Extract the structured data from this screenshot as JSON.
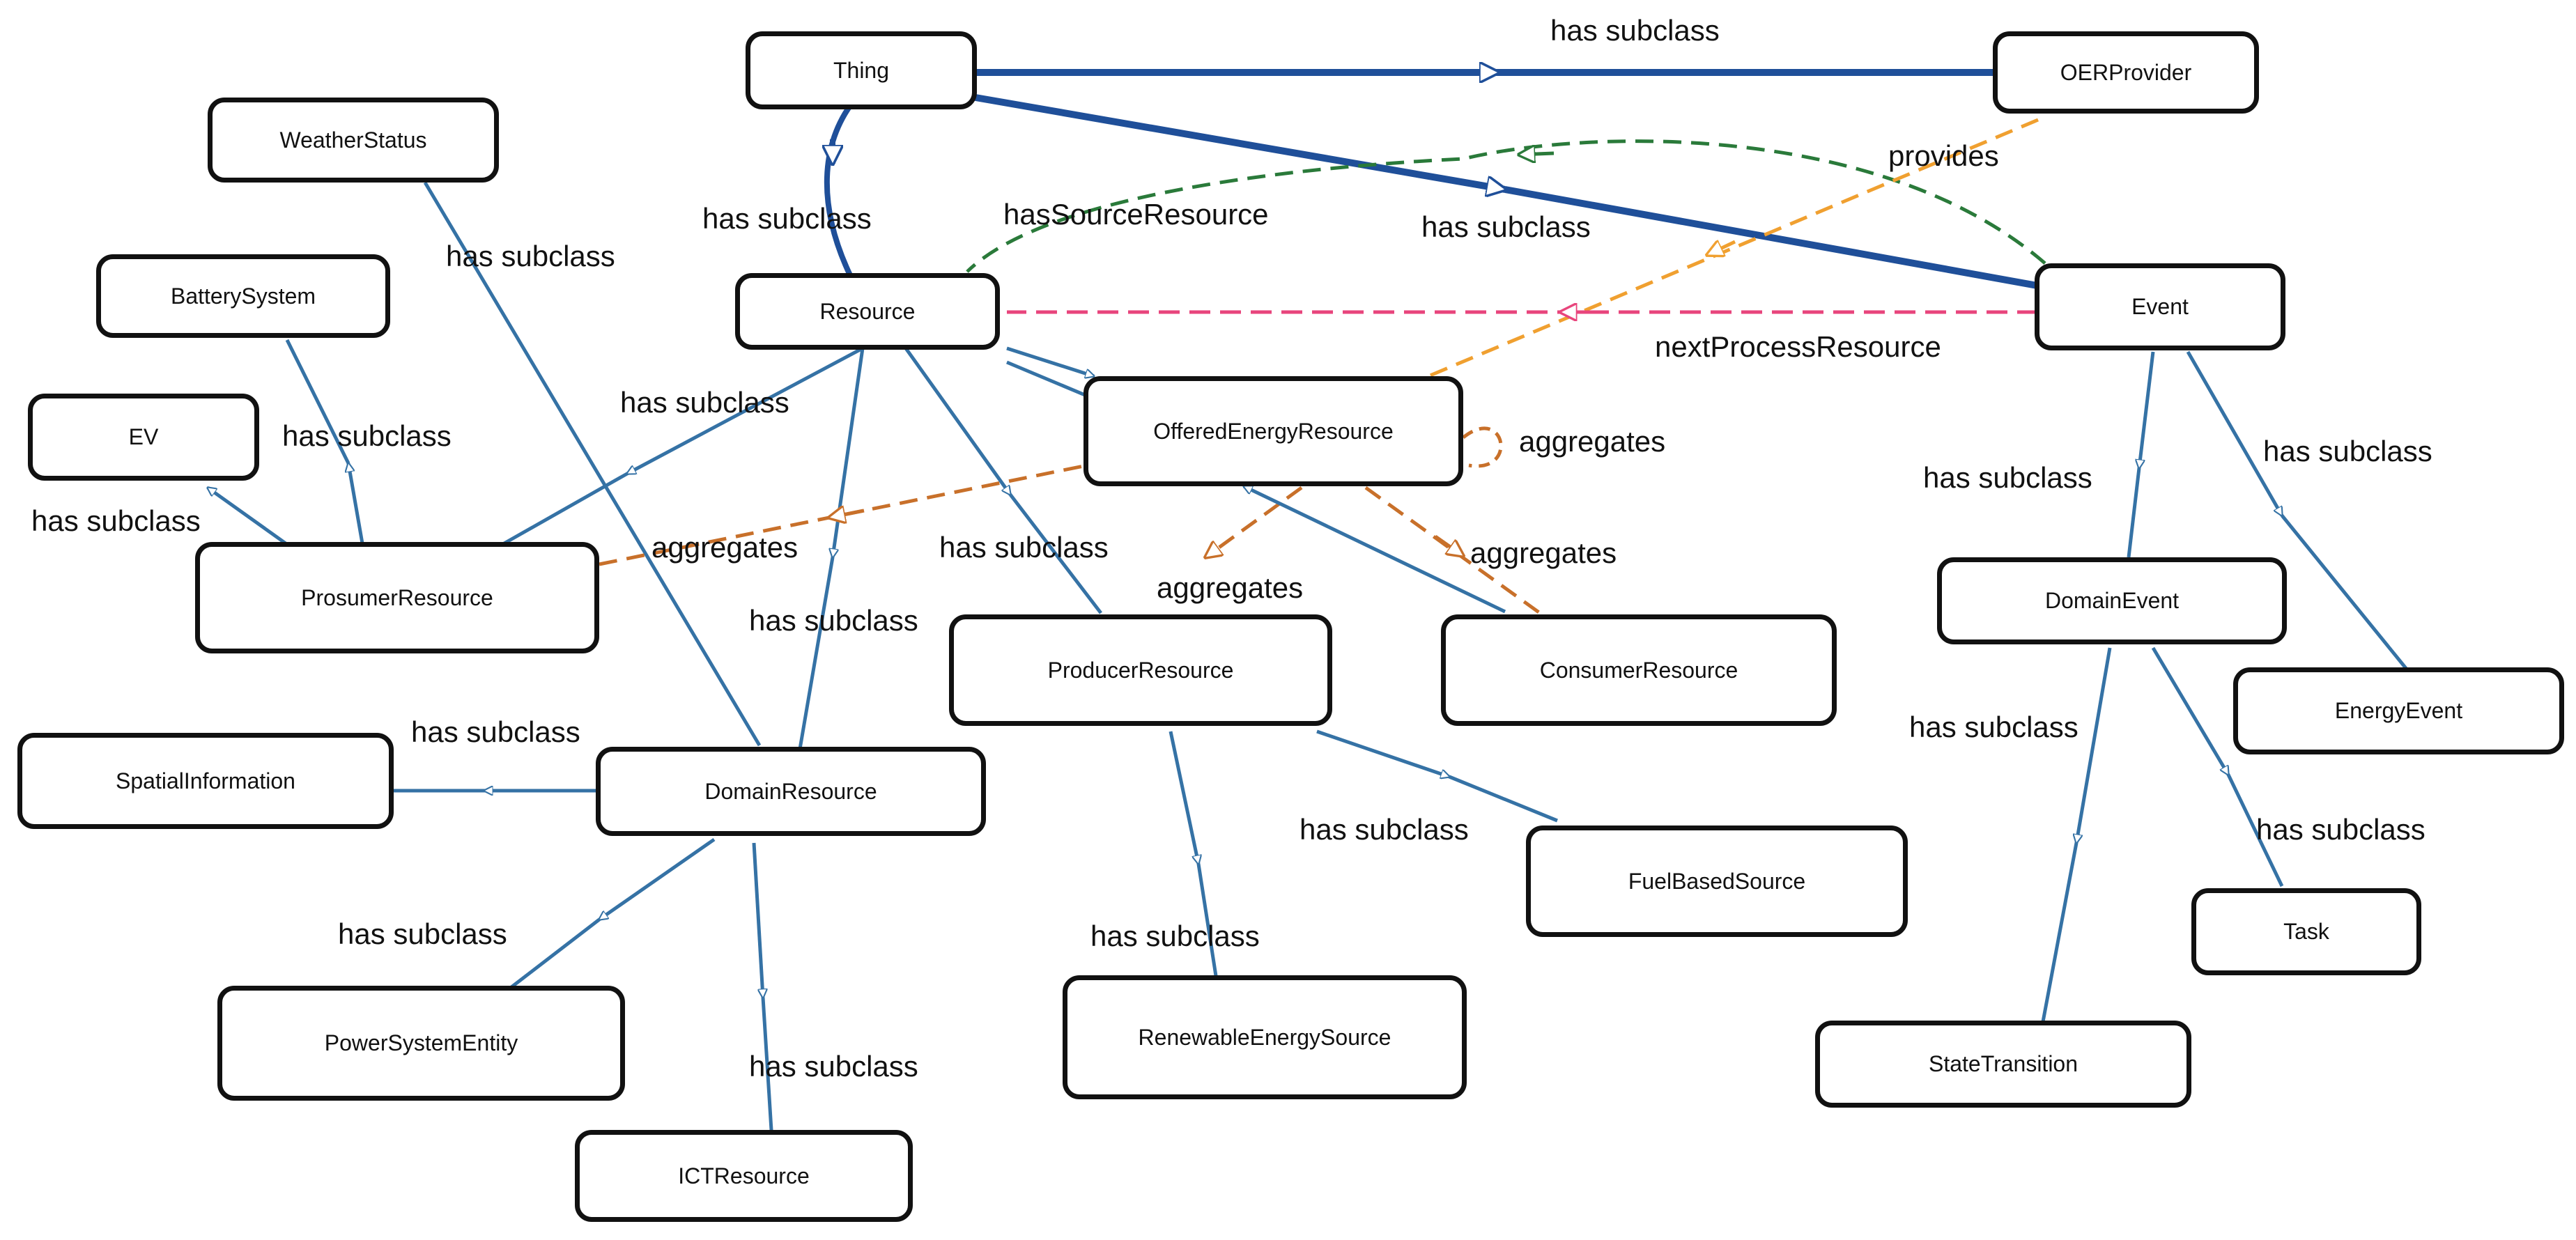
{
  "colors": {
    "subclass_edge": "#3572a5",
    "subclass_edge_main": "#1f4f99",
    "aggregates_edge": "#c8702a",
    "provides_edge": "#f0a030",
    "source_edge": "#2a7a3a",
    "next_process_edge": "#e8457c",
    "node_border": "#111111"
  },
  "nodes": {
    "thing": "Thing",
    "oer_provider": "OERProvider",
    "weather_status": "WeatherStatus",
    "battery_system": "BatterySystem",
    "resource": "Resource",
    "event": "Event",
    "ev": "EV",
    "offered_energy_resource": "OfferedEnergyResource",
    "prosumer_resource": "ProsumerResource",
    "producer_resource": "ProducerResource",
    "consumer_resource": "ConsumerResource",
    "domain_event": "DomainEvent",
    "energy_event": "EnergyEvent",
    "spatial_information": "SpatialInformation",
    "domain_resource": "DomainResource",
    "fuel_based_source": "FuelBasedSource",
    "task": "Task",
    "power_system_entity": "PowerSystemEntity",
    "renewable_energy_source": "RenewableEnergySource",
    "state_transition": "StateTransition",
    "ict_resource": "ICTResource"
  },
  "edge_labels": {
    "has_subclass": "has subclass",
    "provides": "provides",
    "has_source_resource": "hasSourceResource",
    "next_process_resource": "nextProcessResource",
    "aggregates": "aggregates"
  }
}
